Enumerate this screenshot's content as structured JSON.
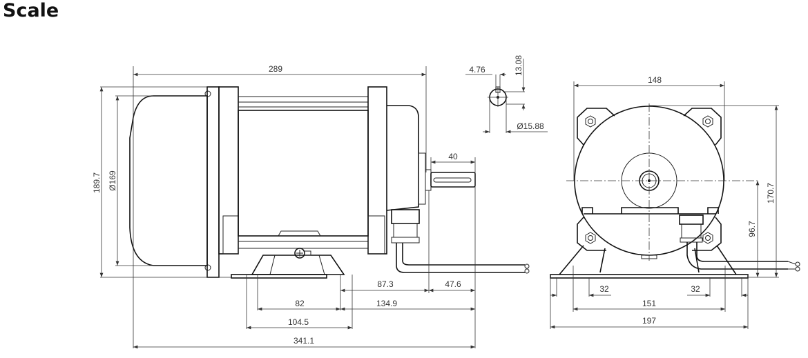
{
  "title": "Scale",
  "side_view": {
    "overall_length_top": "289",
    "height": "189.7",
    "fan_cover_diameter": "Ø169",
    "shaft_length": "40",
    "dim_87_3": "87.3",
    "dim_47_6": "47.6",
    "dim_82": "82",
    "dim_134_9": "134.9",
    "dim_104_5": "104.5",
    "overall_length": "341.1"
  },
  "shaft_detail": {
    "key_width": "4.76",
    "key_height": "13.08",
    "shaft_diameter": "Ø15.88"
  },
  "front_view": {
    "width": "148",
    "height": "170.7",
    "shaft_height": "96.7",
    "slot_left": "32",
    "slot_right": "32",
    "hole_spacing": "151",
    "base_width": "197"
  }
}
